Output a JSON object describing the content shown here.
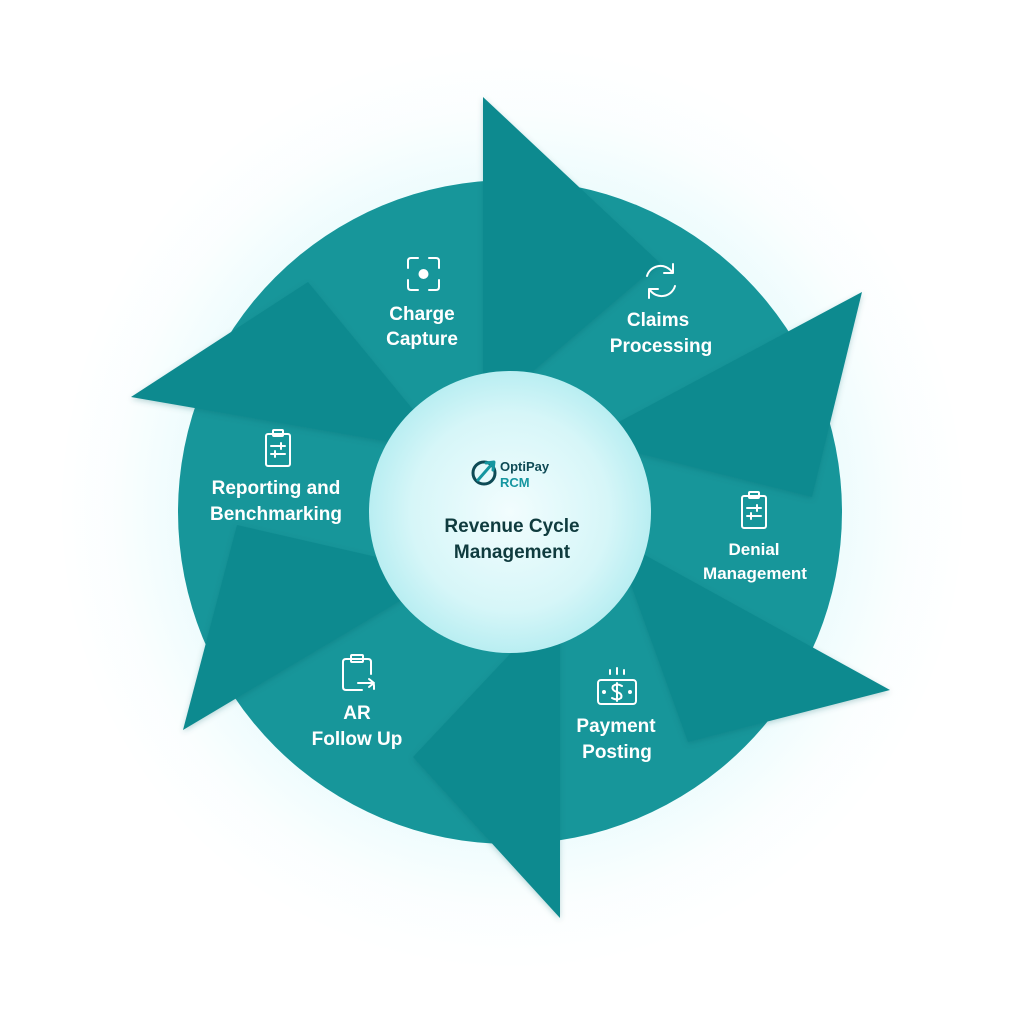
{
  "center": {
    "brand_name": "OptiPay",
    "brand_suffix": "RCM",
    "title_line1": "Revenue Cycle",
    "title_line2": "Management"
  },
  "stages": [
    {
      "id": "charge-capture",
      "icon": "focus-camera-icon",
      "line1": "Charge",
      "line2": "Capture"
    },
    {
      "id": "claims-processing",
      "icon": "refresh-arrows-icon",
      "line1": "Claims",
      "line2": "Processing"
    },
    {
      "id": "denial-management",
      "icon": "clipboard-sliders-icon",
      "line1": "Denial",
      "line2": "Management"
    },
    {
      "id": "payment-posting",
      "icon": "money-bill-icon",
      "line1": "Payment",
      "line2": "Posting"
    },
    {
      "id": "ar-follow-up",
      "icon": "clipboard-arrow-icon",
      "line1": "AR",
      "line2": "Follow Up"
    },
    {
      "id": "reporting-and-benchmarking",
      "icon": "clipboard-sliders-icon",
      "line1": "Reporting and",
      "line2": "Benchmarking"
    }
  ],
  "colors": {
    "ring": "#17969a",
    "arrow": "#0f8a8f",
    "center_fill": "#d9f7f9",
    "glow": "#bff2f5",
    "text_light": "#ffffff",
    "text_dark": "#0f3b3e"
  }
}
